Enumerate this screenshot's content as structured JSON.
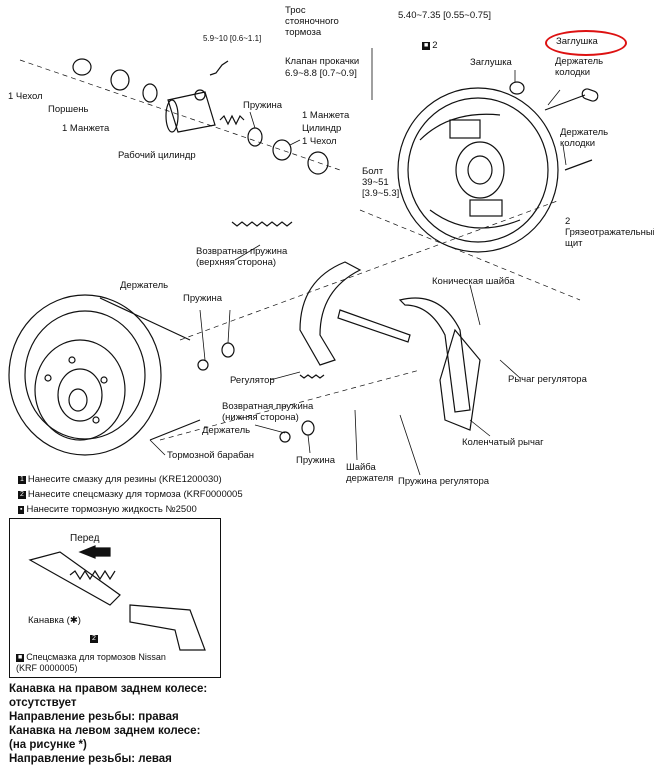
{
  "colors": {
    "line": "#111111",
    "highlight": "#dd1111"
  },
  "labels": {
    "cable": "Трос\nстояночного\nтормоза",
    "cable_torque": "5.40~7.35 [0.55~0.75]",
    "cable_tag": "2",
    "plug_top": "Заглушка",
    "plug_highlight": "Заглушка",
    "holder_top": "Держатель\nколодки",
    "holder_mid": "Держатель\nколодки",
    "bleeder_torque_small": "5.9~10 [0.6~1.1]",
    "bleeder": "Клапан прокачки",
    "bleeder_torque": "6.9~8.8 [0.7~0.9]",
    "boot_left": "1 Чехол",
    "piston": "Поршень",
    "cup_left": "1 Манжета",
    "wheel_cylinder": "Рабочий цилиндр",
    "spring_top": "Пружина",
    "cup_right": "1 Манжета",
    "cylinder": "Цилиндр",
    "boot_right": "1 Чехол",
    "bolt": "Болт\n39~51\n[3.9~5.3]",
    "splash_shield": "2\nГрязеотражательный\nщит",
    "return_spring_upper": "Возвратная пружина\n(верхняя сторона)",
    "holder_left": "Держатель",
    "spring_left": "Пружина",
    "cone_washer": "Коническая шайба",
    "regulator": "Регулятор",
    "regulator_lever": "Рычаг регулятора",
    "return_spring_lower": "Возвратная пружина\n(нижняя сторона)",
    "holder_bottom": "Держатель",
    "spring_bottom": "Пружина",
    "brake_drum": "Тормозной барабан",
    "bell_crank": "Коленчатый рычаг",
    "holder_washer": "Шайба\nдержателя",
    "regulator_spring": "Пружина регулятора"
  },
  "legend": [
    {
      "tag": "1",
      "text": "Нанесите смазку для резины   (KRE1200030)"
    },
    {
      "tag": "2",
      "text": "Нанесите спецсмазку для тормоза   (KRF0000005"
    },
    {
      "tag": "",
      "text": "Нанесите тормозную жидкость №2500"
    }
  ],
  "inset": {
    "front": "Перед",
    "groove": "Канавка (✱)",
    "note": "Спецсмазка для тормозов Nissan\n(KRF 0000005)",
    "tag": "2"
  },
  "bottom_text": [
    "Канавка на правом заднем колесе:",
    "отсутствует",
    "Направление резьбы: правая",
    "Канавка на левом заднем колесе:",
    "(на рисунке *)",
    "Направление резьбы: левая"
  ]
}
